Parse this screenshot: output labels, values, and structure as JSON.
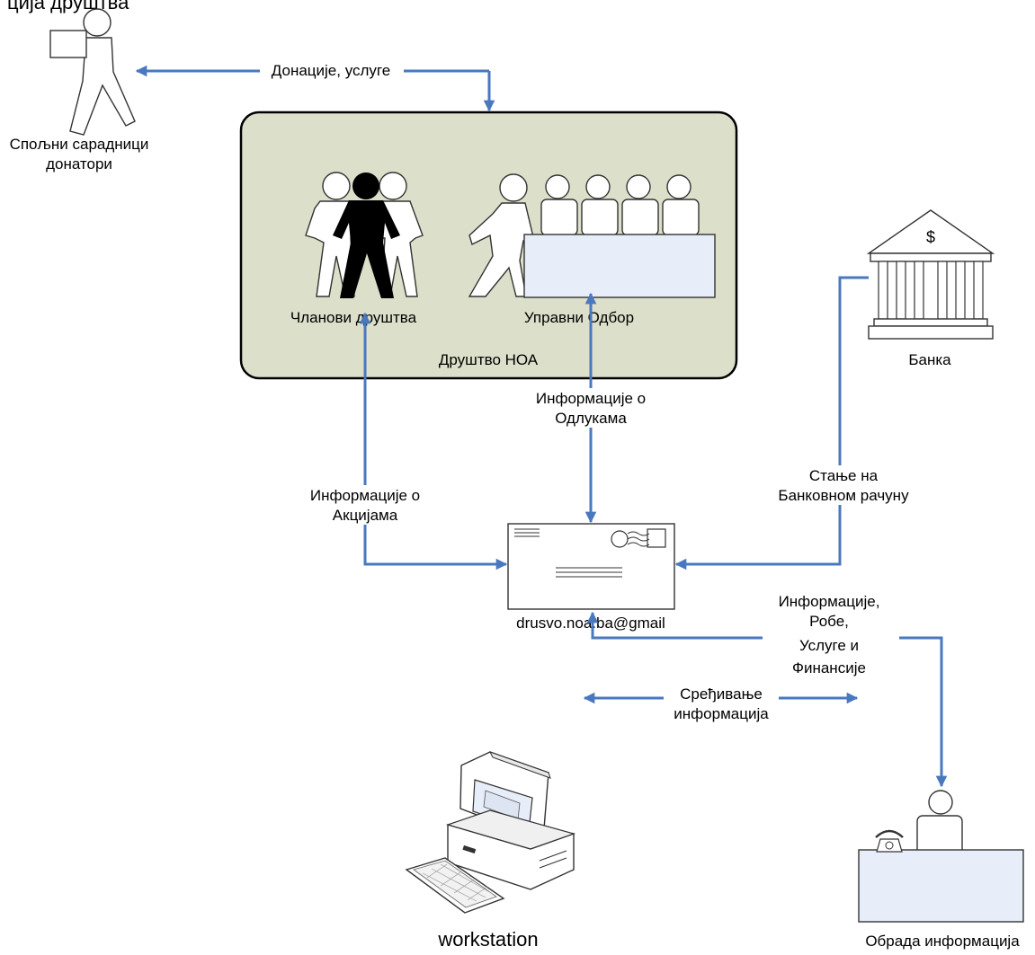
{
  "header": {
    "partial_title": "ција друштва"
  },
  "organization": {
    "label": "Друштво НОА"
  },
  "actors": {
    "donors": {
      "line1": "Спољни сарадници",
      "line2": "донатори"
    },
    "members": {
      "label": "Чланови друштва"
    },
    "board": {
      "label": "Управни Одбор"
    },
    "bank": {
      "label": "Банка",
      "symbol": "$"
    },
    "email": {
      "label": "drusvo.noa.ba@gmail"
    },
    "workstation": {
      "label": "workstation"
    },
    "processing": {
      "label": "Обрада информација"
    }
  },
  "flows": {
    "donations": {
      "text": "Донације, услуге"
    },
    "actions_info": {
      "line1": "Информације о",
      "line2": "Акцијама"
    },
    "decisions_info": {
      "line1": "Информације о",
      "line2": "Одлукама"
    },
    "bank_balance": {
      "line1": "Стање на",
      "line2": "Банковном рачуну"
    },
    "info_goods": {
      "line1": "Информације,",
      "line2": "Робе,",
      "line3": "Услуге и",
      "line4": "Финансије"
    },
    "organizing": {
      "line1": "Сређивање",
      "line2": "информација"
    }
  },
  "colors": {
    "org_fill": "#dcdfc9",
    "arrow": "#4a78be",
    "envelope_fill": "#ffffff",
    "desk_fill": "#e8eef9"
  }
}
